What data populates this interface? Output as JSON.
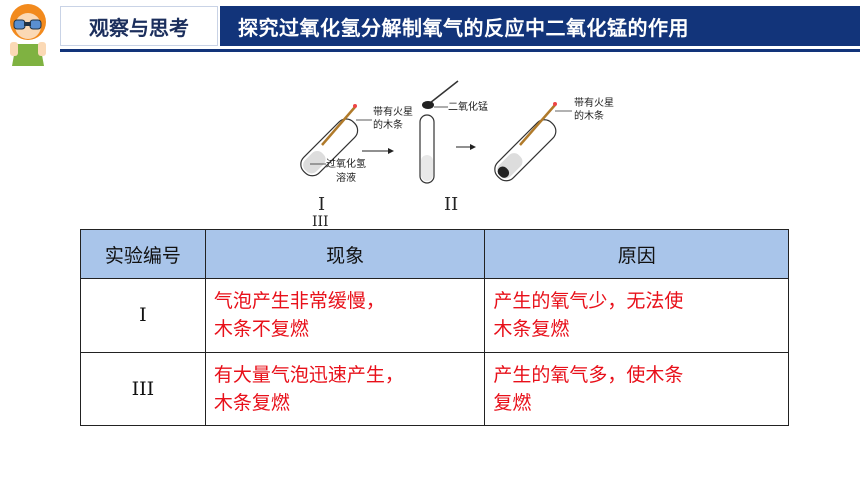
{
  "header": {
    "tag": "观察与思考",
    "title": "探究过氧化氢分解制氧气的反应中二氧化锰的作用"
  },
  "diagram": {
    "label_1a": "带有火星",
    "label_1b": "的木条",
    "label_2a": "过氧化氢",
    "label_2b": "溶液",
    "label_3": "二氧化锰",
    "label_4a": "带有火星",
    "label_4b": "的木条",
    "roman_1": "I",
    "roman_2": "II",
    "roman_3": "III"
  },
  "table": {
    "headers": [
      "实验编号",
      "现象",
      "原因"
    ],
    "rows": [
      {
        "id": "I",
        "phenomenon": [
          "气泡产生非常缓慢，",
          "木条不复燃"
        ],
        "reason": [
          "产生的氧气少，无法使",
          "木条复燃"
        ]
      },
      {
        "id": "III",
        "phenomenon": [
          "有大量气泡迅速产生，",
          "木条复燃"
        ],
        "reason": [
          "产生的氧气多，使木条",
          "复燃"
        ]
      }
    ]
  },
  "colors": {
    "banner": "#12347a",
    "header_cell": "#a9c5ea",
    "red_text": "#e8101a"
  }
}
